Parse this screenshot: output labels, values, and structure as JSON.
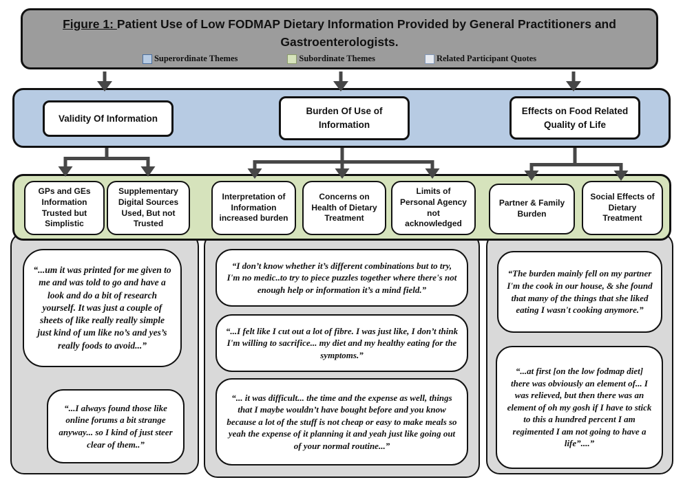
{
  "figure": {
    "title_prefix": "Figure 1:  ",
    "title_rest": "Patient Use of Low FODMAP Dietary Information Provided by General Practitioners and Gastroenterologists."
  },
  "legend": {
    "items": [
      {
        "label": "Superordinate Themes",
        "color": "#b7cbe3",
        "style": "background:#b7cbe3;border:1.5px solid #4a6e9e"
      },
      {
        "label": "Subordinate Themes",
        "color": "#d6e3bc",
        "style": "background:#d6e3bc;border:1.5px solid #8a9b6a"
      },
      {
        "label": "Related Participant Quotes",
        "color": "#e7eaf0",
        "style": "background:#e7eaf0;border:1.5px solid #8096b8"
      }
    ]
  },
  "superordinate_themes": [
    {
      "label": "Validity Of Information"
    },
    {
      "label": "Burden Of Use of Information"
    },
    {
      "label": "Effects on Food Related Quality of Life"
    }
  ],
  "subordinate_themes": [
    {
      "label": "GPs and GEs Information Trusted but Simplistic"
    },
    {
      "label": "Supplementary Digital Sources Used, But not Trusted"
    },
    {
      "label": "Interpretation of Information increased burden"
    },
    {
      "label": "Concerns on Health of Dietary Treatment"
    },
    {
      "label": "Limits of Personal Agency not acknowledged"
    },
    {
      "label": "Partner & Family Burden"
    },
    {
      "label": "Social Effects of Dietary Treatment"
    }
  ],
  "quotes": {
    "left": [
      "“...um it was printed for me given to me and was told to go and have a look and do a bit of research yourself. It was just a couple of sheets of like really really simple just kind of um like no’s and yes’s really foods to avoid...”",
      "“...I always found those like online forums a bit strange anyway... so I kind of just steer clear of them..”"
    ],
    "middle": [
      "“I don’t know whether it’s different combinations but to try, I'm no medic..to try to piece puzzles together where there's not enough help or information it’s a mind field.”",
      "“...I felt like I cut out a lot of fibre. I was just like, I don’t think I'm willing to sacrifice... my diet and my healthy eating for the symptoms.”",
      "“... it was difficult... the time and the expense as well, things that I maybe wouldn’t have bought before and you know because a lot of the stuff is not cheap or easy to make meals so yeah the expense of it planning it and yeah just like going out of your normal routine...”"
    ],
    "right": [
      "“The burden mainly fell on my partner I'm the cook in our house, & she found that many of the things that she liked eating I wasn't cooking anymore.”",
      "“...at first [on the low fodmap diet] there was obviously an element of... I was relieved, but then there was an element of oh my gosh if I have to stick to this a hundred percent I am regimented I am not going to have a life”....”"
    ]
  },
  "colors": {
    "title_bar": "#9c9c9c",
    "superordinate_band": "#b7cbe3",
    "subordinate_band": "#d6e3bc",
    "quote_column": "#d9d9d9",
    "arrow": "#474747",
    "border": "#111111"
  }
}
